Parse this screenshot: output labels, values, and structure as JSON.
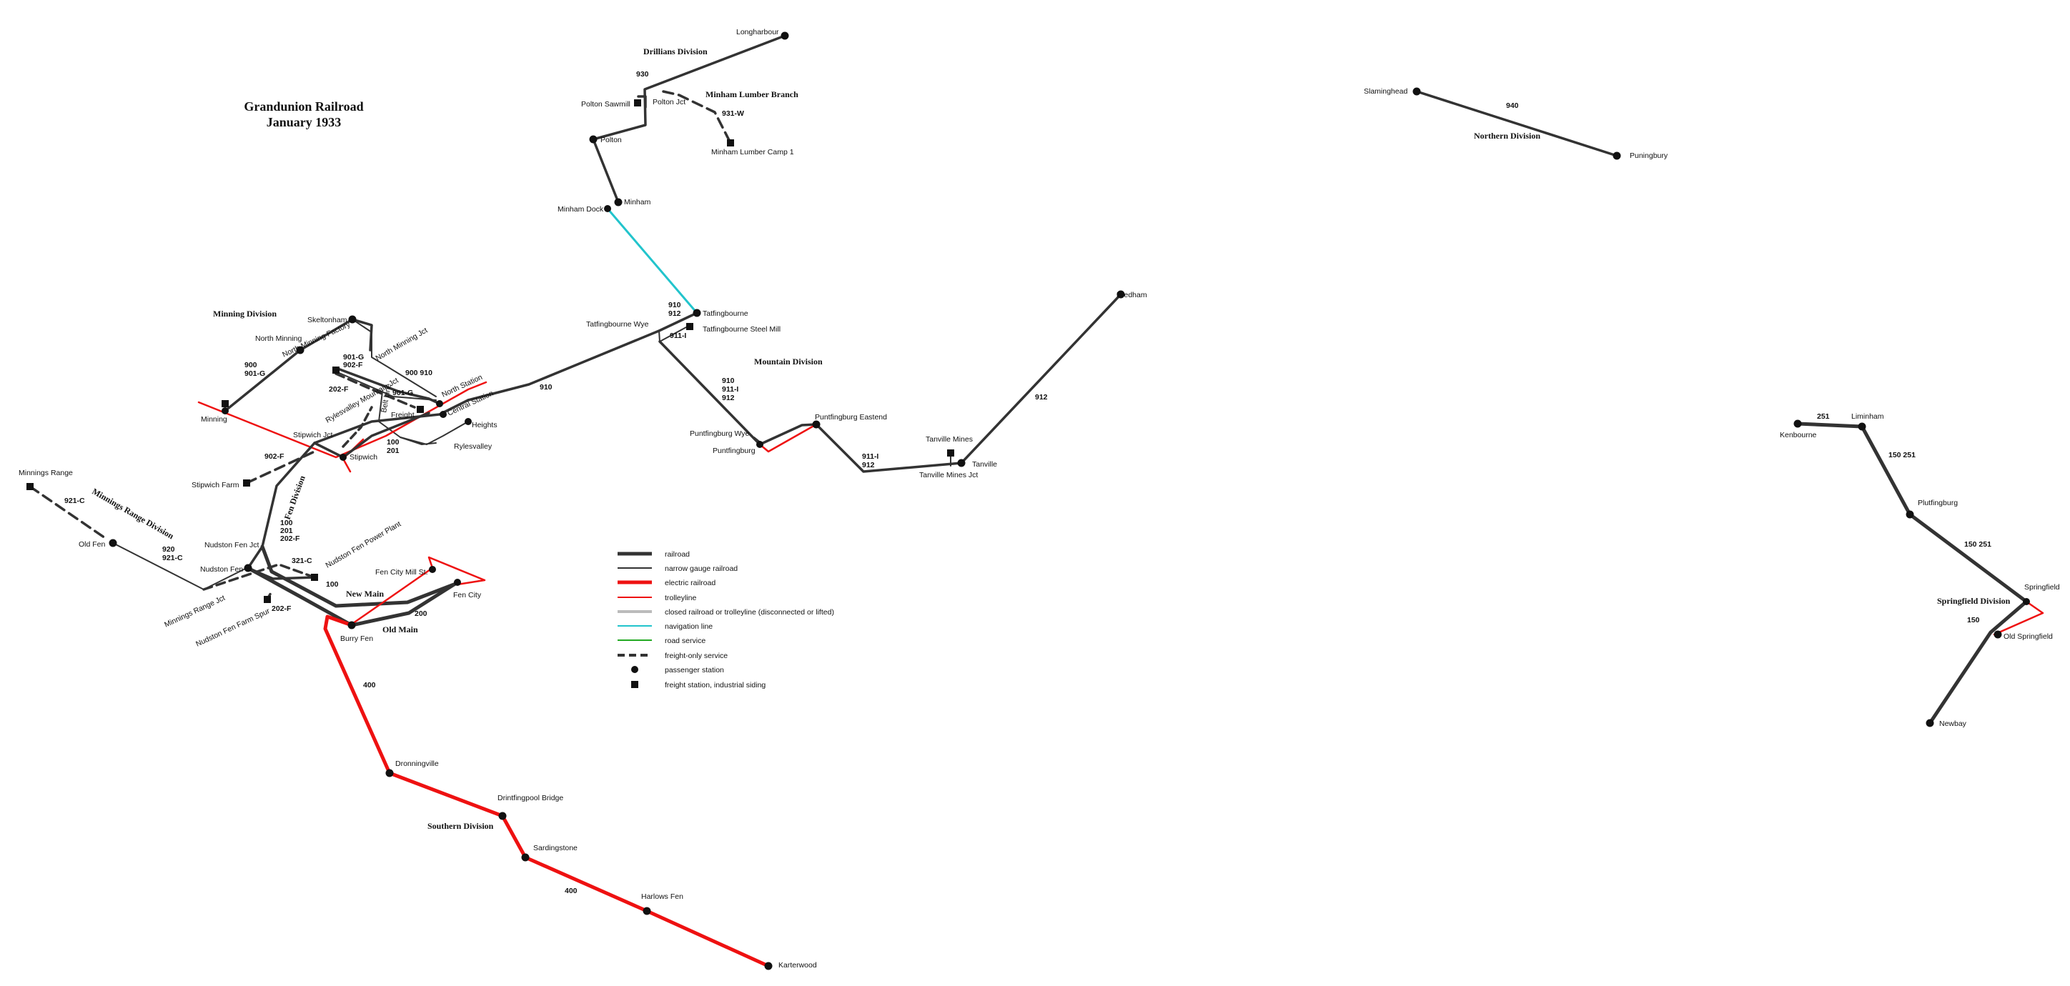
{
  "title": {
    "line1": "Grandunion Railroad",
    "line2": "January 1933"
  },
  "colors": {
    "railroad": "#333333",
    "electric": "#ee1111",
    "trolley": "#ee1111",
    "navigation": "#22c4cc",
    "road": "#22aa22",
    "closed": "#bbbbbb"
  },
  "divisions": {
    "drillians": "Drillians Division",
    "minham_lumber": "Minham Lumber Branch",
    "northern": "Northern Division",
    "minning": "Minning Division",
    "mountain": "Mountain Division",
    "minnings_range": "Minnings Range Division",
    "fen": "Fen Division",
    "new_main": "New Main",
    "old_main": "Old Main",
    "southern": "Southern Division",
    "springfield": "Springfield Division"
  },
  "stations": {
    "longharbour": "Longharbour",
    "polton_sawmill": "Polton Sawmill",
    "polton_jct": "Polton Jct",
    "polton": "Polton",
    "minham_camp": "Minham Lumber Camp 1",
    "minham": "Minham",
    "minham_dock": "Minham Dock",
    "slaminghead": "Slaminghead",
    "puningbury": "Puningbury",
    "tatfingbourne": "Tatfingbourne",
    "tatfingbourne_wye": "Tatfingbourne Wye",
    "tatfingbourne_steel": "Tatfingbourne Steel Mill",
    "predham": "Predham",
    "skeltonham": "Skeltonham",
    "north_minning": "North Minning",
    "north_minning_jct": "North Minning Jct",
    "north_minning_factory": "North Minning Factory",
    "north_station": "North Station",
    "central_station": "Central Station",
    "heights": "Heights",
    "freight": "Freight",
    "rylesvalley_mountain_jct": "Rylesvalley Mountain Jct",
    "belt_line": "Belt Line",
    "rylesvalley": "Rylesvalley",
    "minning": "Minning",
    "stipwich_jct": "Stipwich Jct",
    "stipwich": "Stipwich",
    "stipwich_farm": "Stipwich Farm",
    "minnings_range": "Minnings Range",
    "old_fen": "Old Fen",
    "nudston_fen_jct": "Nudston Fen Jct",
    "nudston_fen": "Nudston Fen",
    "nudston_power": "Nudston Fen Power Plant",
    "minnings_range_jct": "Minnings Range Jct",
    "nudston_farm_spur": "Nudston Fen Farm Spur",
    "fen_city_mill": "Fen City Mill St.",
    "fen_city": "Fen City",
    "burry_fen": "Burry Fen",
    "puntfingburg_wye": "Puntfingburg Wye",
    "puntfingburg": "Puntfingburg",
    "puntfingburg_eastend": "Puntfingburg Eastend",
    "tanville_mines": "Tanville Mines",
    "tanville": "Tanville",
    "tanville_mines_jct": "Tanville Mines Jct",
    "dronningville": "Dronningville",
    "drintfingpool": "Drintfingpool Bridge",
    "sardingstone": "Sardingstone",
    "harlows_fen": "Harlows Fen",
    "karterwood": "Karterwood",
    "kenbourne": "Kenbourne",
    "liminham": "Liminham",
    "plutfingburg": "Plutfingburg",
    "springfield": "Springfield",
    "old_springfield": "Old Springfield",
    "newbay": "Newbay"
  },
  "routes": {
    "r930": "930",
    "r931w": "931-W",
    "r940": "940",
    "r910a": "910",
    "r912a": "912",
    "r911i_a": "911-I",
    "r910_mtn": "910",
    "r911i_mtn": "911-I",
    "r912_mtn": "912",
    "r910_main": "910",
    "r912_pred": "912",
    "r911i_tan": "911-I",
    "r912_tan": "912",
    "r900": "900",
    "r901g": "901-G",
    "r901g_b": "901-G",
    "r902f_b": "902-F",
    "r900910": "900 910",
    "r202f": "202-F",
    "r901g_c": "901-G",
    "r100_201_a": "100",
    "r100_201_b": "201",
    "r902f": "902-F",
    "r921c": "921-C",
    "r920": "920",
    "r921c_b": "921-C",
    "r100": "100",
    "r201": "201",
    "r202f_c": "202-F",
    "r321c": "321-C",
    "r100_b": "100",
    "r202f_d": "202-F",
    "r200": "200",
    "r400a": "400",
    "r400b": "400",
    "r251": "251",
    "r150251a": "150 251",
    "r150251b": "150 251",
    "r150": "150"
  },
  "legend": [
    {
      "label": "railroad",
      "icon": "thick-line-icon"
    },
    {
      "label": "narrow gauge railroad",
      "icon": "thin-line-icon"
    },
    {
      "label": "electric railroad",
      "icon": "thick-red-line-icon"
    },
    {
      "label": "trolleyline",
      "icon": "thin-red-line-icon"
    },
    {
      "label": "closed railroad or trolleyline (disconnected or lifted)",
      "icon": "grey-line-icon"
    },
    {
      "label": "navigation line",
      "icon": "cyan-line-icon"
    },
    {
      "label": "road service",
      "icon": "green-line-icon"
    },
    {
      "label": "freight-only service",
      "icon": "dashed-line-icon"
    },
    {
      "label": "passenger station",
      "icon": "circle-icon"
    },
    {
      "label": "freight station, industrial siding",
      "icon": "square-icon"
    }
  ]
}
